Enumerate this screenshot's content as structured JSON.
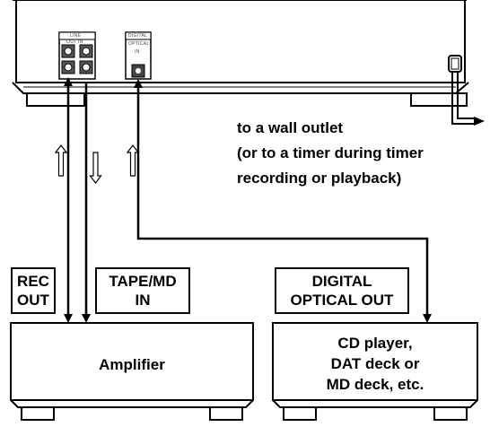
{
  "deck": {
    "line_jack_label": "LINE",
    "line_jack_sublabel": "OUT  IN",
    "optical_label": "DIGITAL",
    "optical_sublabel": "OPTICAL",
    "optical_sublabel2": "IN"
  },
  "wall_note": {
    "line1": "to a wall outlet",
    "line2": "(or to a timer during timer",
    "line3": "recording or playback)"
  },
  "labels": {
    "rec_out_1": "REC",
    "rec_out_2": "OUT",
    "tape_md_in_1": "TAPE/MD",
    "tape_md_in_2": "IN",
    "digital_optical_out_1": "DIGITAL",
    "digital_optical_out_2": "OPTICAL OUT"
  },
  "devices": {
    "amplifier": "Amplifier",
    "cd_player_1": "CD player,",
    "cd_player_2": "DAT deck or",
    "cd_player_3": "MD deck, etc."
  }
}
